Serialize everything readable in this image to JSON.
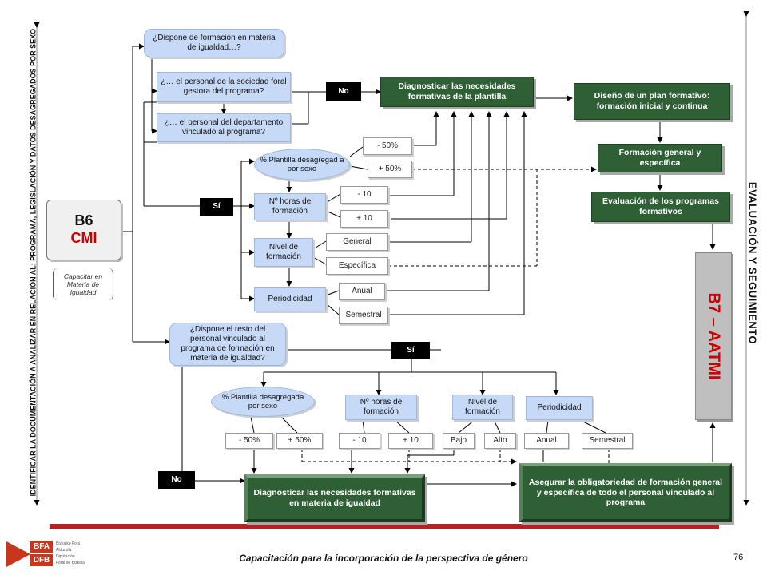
{
  "left_vertical_title": "IDENTIFICAR LA DOCUMENTACIÓN A ANALIZAR EN RELACIÓN AL: PROGRAMA, LEGISLACIÓN Y DATOS DESAGREGADOS POR SEXO",
  "right_vertical_title": "EVALUACIÓN Y SEGUIMIENTO",
  "b6": {
    "code": "B6",
    "name": "CMI"
  },
  "b6_note": "Capacitar en Materia de Igualdad",
  "b7": "B7 – AATMI",
  "q1": "¿Dispone de formación en materia de igualdad…?",
  "q1a": "¿… el personal de la sociedad foral gestora del programa?",
  "q1b": "¿… el personal del departamento vinculado al programa?",
  "labels": {
    "no1": "No",
    "si1": "Sí",
    "si2": "Sí",
    "no2": "No"
  },
  "top_criteria": {
    "plantilla": "% Plantilla desagregad a por sexo",
    "horas": "Nº horas de formación",
    "nivel": "Nivel de formación",
    "periodicidad": "Periodicidad"
  },
  "top_options": {
    "minus50": "- 50%",
    "plus50": "+ 50%",
    "minus10": "- 10",
    "plus10": "+ 10",
    "general": "General",
    "especifica": "Específica",
    "anual": "Anual",
    "semestral": "Semestral"
  },
  "diag_top": "Diagnosticar las necesidades formativas de la plantilla",
  "diseno": "Diseño de un plan formativo: formación inicial y continua",
  "formacion": "Formación general y específica",
  "evaluacion": "Evaluación de los programas formativos",
  "q2": "¿Dispone el resto del personal vinculado al programa de formación en materia de igualdad?",
  "bottom_criteria": {
    "plantilla": "% Plantilla desagregada por sexo",
    "horas": "Nº horas de formación",
    "nivel": "Nivel de formación",
    "periodicidad": "Periodicidad"
  },
  "bottom_options": {
    "minus50": "- 50%",
    "plus50": "+ 50%",
    "minus10": "- 10",
    "plus10": "+ 10",
    "bajo": "Bajo",
    "alto": "Alto",
    "anual": "Anual",
    "semestral": "Semestral"
  },
  "diag_bottom": "Diagnosticar las necesidades formativas en materia de igualdad",
  "asegurar": "Asegurar la obligatoriedad de formación general y específica de todo el personal vinculado al programa",
  "footer": {
    "title": "Capacitación para la incorporación de la perspectiva de género",
    "page": "76",
    "logo_top": "BFA",
    "logo_bottom": "DFB",
    "logo_lines": [
      "Bizkaiko Foru",
      "Aldundia",
      "Diputación",
      "Foral de Bizkaia"
    ]
  },
  "colors": {
    "green": "#2f5f34",
    "light_blue": "#c6daf8",
    "footer_rule": "#b22222",
    "logo_red": "#c8361b",
    "cmi_red": "#cc0000"
  }
}
